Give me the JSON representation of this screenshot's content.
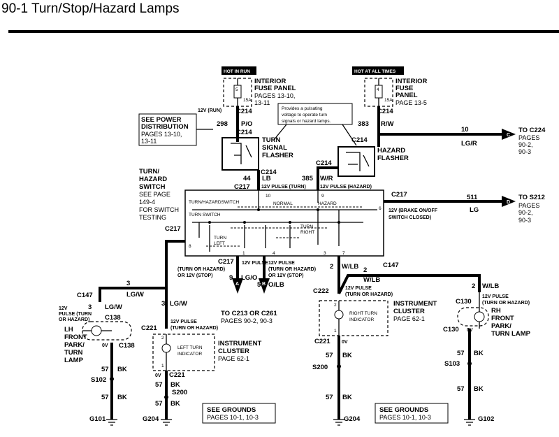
{
  "title": "90-1 Turn/Stop/Hazard Lamps",
  "hot_in_run": "HOT IN RUN",
  "hot_at_all_times": "HOT AT ALL TIMES",
  "interior_fuse_panel_left": {
    "l1": "INTERIOR",
    "l2": "FUSE PANEL",
    "l3": "PAGES 13-10,",
    "l4": "13-11",
    "fuse_num": "5",
    "fuse_amp": "15A"
  },
  "interior_fuse_panel_right": {
    "l1": "INTERIOR",
    "l2": "FUSE",
    "l3": "PANEL",
    "l4": "PAGE 13-5",
    "fuse_num": "4",
    "fuse_amp": "15A"
  },
  "note_pulsing": {
    "l1": "Provides a pulsating",
    "l2": "voltage to operate turn",
    "l3": "signals or hazard lamps."
  },
  "see_power": {
    "l1": "SEE POWER",
    "l2": "DISTRIBUTION",
    "l3": "PAGES 13-10,",
    "l4": "13-11"
  },
  "turn_signal_flasher": {
    "l1": "TURN",
    "l2": "SIGNAL",
    "l3": "FLASHER"
  },
  "hazard_flasher": {
    "l1": "HAZARD",
    "l2": "FLASHER"
  },
  "turn_hazard_switch": {
    "l1": "TURN/",
    "l2": "HAZARD",
    "l3": "SWITCH",
    "l4": "SEE PAGE",
    "l5": "149-4",
    "l6": "FOR SWITCH",
    "l7": "TESTING"
  },
  "switch_inner": {
    "a": "TURN/HAZARDSWITCH",
    "b": "TURN SWITCH",
    "normal": "NORMAL",
    "hazard": "HAZARD",
    "turn_left_1": "TURN",
    "turn_left_2": "LEFT",
    "turn_right_1": "TURN",
    "turn_right_2": "RIGHT"
  },
  "wire_labels": {
    "v12_run": "12V (RUN)",
    "c214": "C214",
    "c217": "C217",
    "c147": "C147",
    "c138": "C138",
    "c221": "C221",
    "c222": "C222",
    "c130": "C130",
    "w298": "298",
    "po": "P/O",
    "w383": "383",
    "rw": "R/W",
    "w44": "44",
    "lb": "LB",
    "w385": "385",
    "wr": "W/R",
    "pulse_turn": "12V PULSE (TURN)",
    "pulse_hazard": "12V PULSE (HAZARD)",
    "w10": "10",
    "lgr": "LG/R",
    "to_c224": "TO C224",
    "pages_902": "PAGES",
    "p902a": "90-2,",
    "p902b": "90-3",
    "w511": "511",
    "lg": "LG",
    "to_s212": "TO S212",
    "brake1": "12V (BRAKE ON/OFF",
    "brake2": "SWITCH CLOSED)",
    "w3": "3",
    "lgw": "LG/W",
    "w9": "9",
    "lgo": "LG/O",
    "w5": "5",
    "olb": "O/LB",
    "w2": "2",
    "wlb": "W/LB",
    "p_th1": "12V PULSE",
    "p_th2": "(TURN OR HAZARD)",
    "p_th3": "OR 12V (STOP)",
    "to_c213": "TO C213 OR C261",
    "pages_c213": "PAGES 90-2, 90-3",
    "w57": "57",
    "bk": "BK",
    "ov": "0V",
    "s102": "S102",
    "s200": "S200",
    "s103": "S103",
    "g101": "G101",
    "g204": "G204",
    "g102": "G102",
    "pin1": "1",
    "pin2": "2",
    "pin3": "3",
    "pin4": "4",
    "pin6": "6",
    "pin7": "7",
    "pin8": "8",
    "pin9": "9",
    "pin10": "10",
    "v12": "12V",
    "pulse_s": "PULSE (TURN",
    "or_haz": "OR HAZARD)"
  },
  "lh_lamp": {
    "l1": "LH",
    "l2": "FRONT",
    "l3": "PARK/",
    "l4": "TURN",
    "l5": "LAMP"
  },
  "rh_lamp": {
    "l1": "RH",
    "l2": "FRONT",
    "l3": "PARK/",
    "l4": "TURN LAMP"
  },
  "cluster_left": {
    "l1": "INSTRUMENT",
    "l2": "CLUSTER",
    "l3": "PAGE 62-1",
    "ind1": "LEFT TURN",
    "ind2": "INDICATOR"
  },
  "cluster_right": {
    "l1": "INSTRUMENT",
    "l2": "CLUSTER",
    "l3": "PAGE 62-1",
    "ind1": "RIGHT TURN",
    "ind2": "INDICATOR"
  },
  "see_grounds_left": {
    "l1": "SEE GROUNDS",
    "l2": "PAGES 10-1, 10-3"
  },
  "see_grounds_right": {
    "l1": "SEE GROUNDS",
    "l2": "PAGES 10-1, 10-3"
  },
  "offpage": {
    "a": "A",
    "b": "B",
    "c": "C",
    "d": "D"
  }
}
